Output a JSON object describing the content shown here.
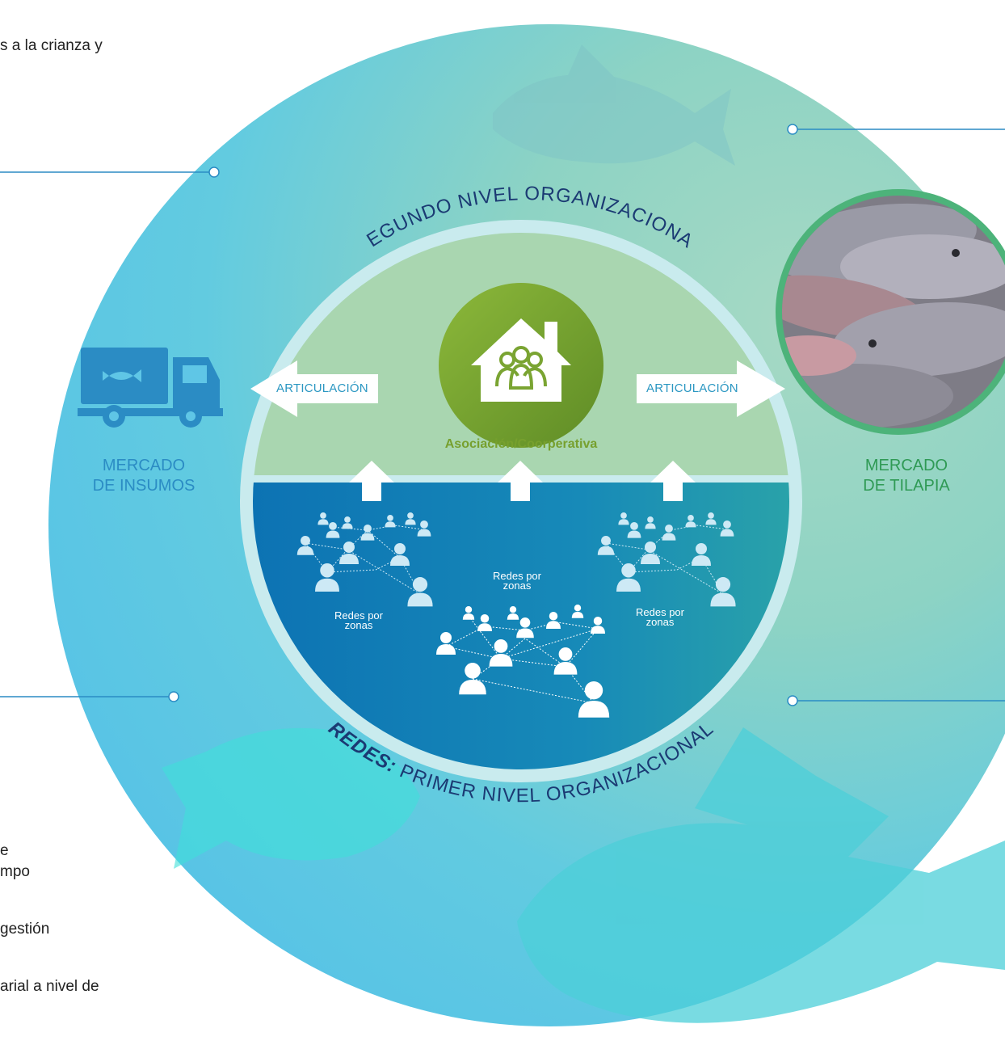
{
  "side_text": {
    "top_line_1": "s a la crianza y",
    "bottom_line_1": "e",
    "bottom_line_2": "mpo",
    "bottom_line_3": "gestión",
    "bottom_line_4": "arial a nivel de"
  },
  "outer_ring": {
    "top_arc_text": "SEGUNDO NIVEL ORGANIZACIONAL",
    "bottom_arc_bold": "REDES:",
    "bottom_arc_rest": " PRIMER NIVEL ORGANIZACIONAL"
  },
  "left_market": {
    "line1": "MERCADO",
    "line2": "DE INSUMOS",
    "icon": "fish-truck-icon"
  },
  "right_market": {
    "line1": "MERCADO",
    "line2": "DE TILAPIA",
    "image": "tilapia-photo"
  },
  "center": {
    "articulation_left": "ARTICULACIÓN",
    "articulation_right": "ARTICULACIÓN",
    "association": "Asociación/Coorperativa",
    "icon": "house-group-icon"
  },
  "networks": [
    {
      "line1": "Redes por",
      "line2": "zonas"
    },
    {
      "line1": "Redes por",
      "line2": "zonas"
    },
    {
      "line1": "Redes por",
      "line2": "zonas"
    }
  ],
  "colors": {
    "outer_blue": "#5cc8e6",
    "outer_green": "#8fd3c0",
    "upper_half": "#a9d6b0",
    "lower_half": "#1480b8",
    "association_green": "#77a02e",
    "tilapia_ring": "#4db37a",
    "market_blue": "#2b8cc4",
    "market_green": "#2f9a55"
  }
}
